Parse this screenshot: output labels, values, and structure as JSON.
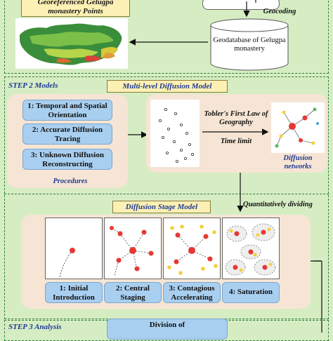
{
  "step1": {
    "points_label": "Georeferenced Gelugpa monastery Points",
    "geocoding": "Geocoding",
    "database_label": "Geodatabase of Gelugpa monastery"
  },
  "step2": {
    "title": "STEP 2 Models",
    "multilevel_title": "Multi-level Diffusion Model",
    "procedures": [
      "1: Temporal and Spatial Orientation",
      "2: Accurate Diffusion Tracing",
      "3: Unknown Diffusion Reconstructing"
    ],
    "procedures_label": "Procedures",
    "toblers_law": "Tobler's First Law of Geography",
    "time_limit": "Time limit",
    "networks_label": "Diffusion networks"
  },
  "stage": {
    "quant_label": "Quantitatively dividing",
    "title": "Diffusion Stage Model",
    "stages": [
      "1: Initial Introduction",
      "2: Central Staging",
      "3: Contagious Accelerating",
      "4: Saturation"
    ]
  },
  "step3": {
    "title": "STEP 3 Analysis",
    "division_label": "Division of"
  },
  "colors": {
    "background": "#d6edc4",
    "border_green": "#2e7d32",
    "title_blue": "#1f3a93",
    "node_red": "#e53935",
    "node_yellow": "#f4d03f"
  }
}
